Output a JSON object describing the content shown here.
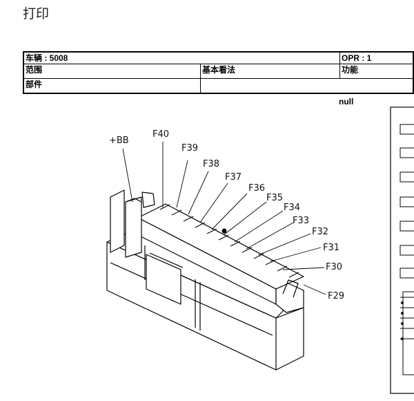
{
  "page": {
    "title": "打印"
  },
  "info": {
    "vehicle": "车辆 : 5008",
    "opr": "OPR : 1",
    "scope": "范围",
    "basic_view": "基本看法",
    "function": "功能",
    "part": "部件"
  },
  "note": "null",
  "diagram": {
    "labels": [
      "+BB",
      "F40",
      "F39",
      "F38",
      "F37",
      "F36",
      "F35",
      "F34",
      "F33",
      "F32",
      "F31",
      "F30",
      "F29"
    ]
  }
}
